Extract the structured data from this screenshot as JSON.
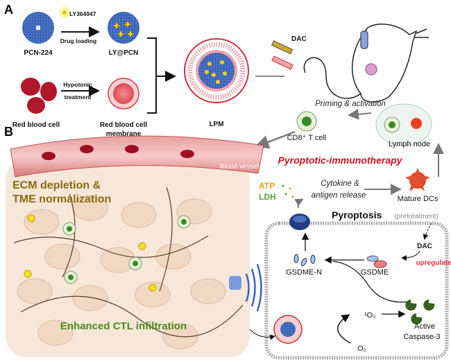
{
  "panel_a": {
    "label": "A",
    "pcn": "PCN-224",
    "drug": "LY364947",
    "drug_loading": "Drug loading",
    "ly_pcn": "LY@PCN",
    "rbc": "Red blood cell",
    "hypotonic": "Hypotonic",
    "treatment": "treatment",
    "rbc_membrane_1": "Red blood cell",
    "rbc_membrane_2": "membrane",
    "lpm": "LPM",
    "dac": "DAC"
  },
  "panel_b": {
    "label": "B",
    "priming": "Priming & activation",
    "cd8": "CD8⁺ T cell",
    "lymph_node": "Lymph node",
    "blood_vessel": "Blood vessel",
    "therapy": "Pyroptotic-immunotherapy",
    "ecm_1": "ECM depletion &",
    "ecm_2": "TME normalization",
    "ctl": "Enhanced CTL infiltration",
    "atp": "ATP",
    "ldh": "LDH",
    "cytokine_1": "Cytokine &",
    "cytokine_2": "antigen release",
    "mature_dcs": "Mature DCs",
    "pyroptosis": "Pyroptosis",
    "pretreatment": "(pretreatment)",
    "dac": "DAC",
    "upregulate": "upregulate",
    "gsdme_n": "GSDME-N",
    "gsdme": "GSDME",
    "singlet_o2": "¹O₂",
    "o2": "O₂",
    "active": "Active",
    "caspase": "Caspase-3"
  },
  "colors": {
    "mof_blue": "#3a62b8",
    "rbc_red": "#b0182a",
    "therapy_red": "#d01020",
    "ecm_olive": "#8a6a10",
    "ctl_green": "#4d8a22",
    "atp_orange": "#f0a020",
    "ldh_green": "#5aa03a",
    "caspase_green": "#3b5e22",
    "upregulate_red": "#e03040"
  }
}
